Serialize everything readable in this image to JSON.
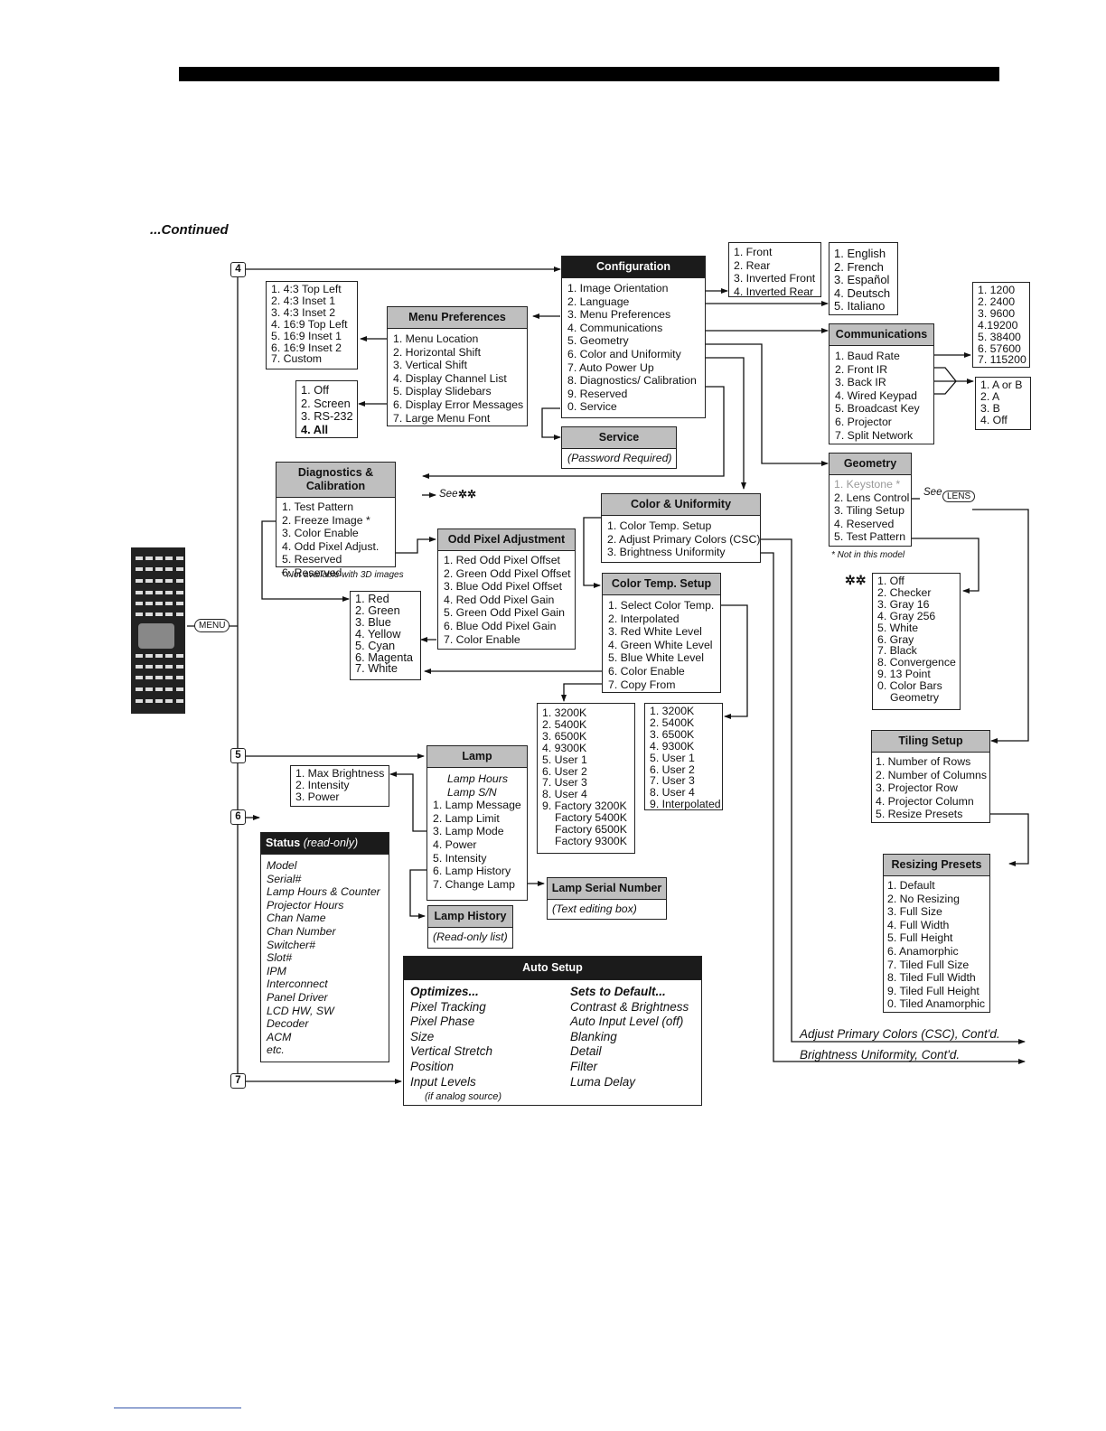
{
  "page": {
    "continued_label": "...Continued",
    "menu_button": "MENU",
    "steps": [
      "4",
      "5",
      "6",
      "7"
    ]
  },
  "configuration": {
    "title": "Configuration",
    "items": [
      "1. Image Orientation",
      "2. Language",
      "3. Menu Preferences",
      "4. Communications",
      "5. Geometry",
      "6. Color and Uniformity",
      "7. Auto Power Up",
      "8. Diagnostics/ Calibration",
      "9. Reserved",
      "0. Service"
    ]
  },
  "orientation": {
    "items": [
      "1. Front",
      "2. Rear",
      "3. Inverted Front",
      "4. Inverted Rear"
    ]
  },
  "language": {
    "items": [
      "1. English",
      "2. French",
      "3. Español",
      "4. Deutsch",
      "5. Italiano"
    ]
  },
  "baud_rates": {
    "items": [
      "1. 1200",
      "2. 2400",
      "3. 9600",
      "4.19200",
      "5. 38400",
      "6. 57600",
      "7. 115200"
    ]
  },
  "communications": {
    "title": "Communications",
    "items": [
      "1. Baud Rate",
      "2. Front IR",
      "3. Back IR",
      "4. Wired Keypad",
      "5. Broadcast Key",
      "6. Projector",
      "7. Split Network"
    ]
  },
  "ir_options": {
    "items": [
      "1. A or B",
      "2. A",
      "3. B",
      "4. Off"
    ]
  },
  "menu_location": {
    "items": [
      "1. 4:3 Top Left",
      "2. 4:3 Inset 1",
      "3. 4:3 Inset 2",
      "4. 16:9 Top Left",
      "5. 16:9 Inset 1",
      "6. 16:9 Inset 2",
      "7. Custom"
    ]
  },
  "menu_preferences": {
    "title": "Menu Preferences",
    "items": [
      "1. Menu Location",
      "2. Horizontal Shift",
      "3. Vertical Shift",
      "4. Display Channel List",
      "5. Display Slidebars",
      "6. Display Error Messages",
      "7. Large Menu Font"
    ]
  },
  "error_messages": {
    "items": [
      "1. Off",
      "2. Screen",
      "3. RS-232",
      "4. All"
    ]
  },
  "service": {
    "title": "Service",
    "note": "(Password Required)"
  },
  "diagnostics": {
    "title": "Diagnostics & Calibration",
    "items": [
      "1. Test Pattern",
      "2. Freeze Image *",
      "3. Color Enable",
      "4. Odd Pixel Adjust.",
      "5. Reserved",
      "6. Reserved"
    ],
    "see_label": "See",
    "see_mark": "✲✲",
    "footnote": "* Not available with 3D images"
  },
  "geometry": {
    "title": "Geometry",
    "items": [
      "1. Keystone *",
      "2. Lens Control",
      "3. Tiling Setup",
      "4. Reserved",
      "5. Test Pattern"
    ],
    "see_label": "See",
    "lens_button": "LENS",
    "footnote": "* Not in this model"
  },
  "color_uniformity": {
    "title": "Color & Uniformity",
    "items": [
      "1. Color Temp. Setup",
      "2. Adjust Primary Colors (CSC)",
      "3. Brightness Uniformity"
    ]
  },
  "odd_pixel": {
    "title": "Odd Pixel Adjustment",
    "items": [
      "1. Red Odd Pixel Offset",
      "2. Green Odd Pixel Offset",
      "3. Blue Odd Pixel Offset",
      "4. Red Odd Pixel Gain",
      "5. Green Odd Pixel Gain",
      "6. Blue Odd Pixel Gain",
      "7. Color Enable"
    ]
  },
  "colors": {
    "items": [
      "1. Red",
      "2. Green",
      "3. Blue",
      "4. Yellow",
      "5. Cyan",
      "6. Magenta",
      "7. White"
    ]
  },
  "color_temp_setup": {
    "title": "Color Temp. Setup",
    "items": [
      "1. Select Color Temp.",
      "2. Interpolated",
      "3. Red White Level",
      "4. Green White Level",
      "5. Blue White Level",
      "6. Color Enable",
      "7. Copy From"
    ]
  },
  "test_patterns": {
    "mark": "✲✲",
    "items": [
      "1. Off",
      "2. Checker",
      "3. Gray 16",
      "4. Gray 256",
      "5. White",
      "6. Gray",
      "7. Black",
      "8. Convergence",
      "9. 13 Point",
      "0. Color Bars",
      "Geometry"
    ]
  },
  "copy_from": {
    "items": [
      "1. 3200K",
      "2. 5400K",
      "3. 6500K",
      "4. 9300K",
      "5. User 1",
      "6. User 2",
      "7. User 3",
      "8. User 4",
      "9. Factory 3200K",
      "Factory 5400K",
      "Factory 6500K",
      "Factory 9300K"
    ]
  },
  "select_temp": {
    "items": [
      "1. 3200K",
      "2. 5400K",
      "3. 6500K",
      "4. 9300K",
      "5. User 1",
      "6. User 2",
      "7. User 3",
      "8. User 4",
      "9. Interpolated"
    ]
  },
  "tiling_setup": {
    "title": "Tiling Setup",
    "items": [
      "1. Number of Rows",
      "2. Number of Columns",
      "3. Projector Row",
      "4. Projector Column",
      "5. Resize Presets"
    ]
  },
  "resizing_presets": {
    "title": "Resizing Presets",
    "items": [
      "1. Default",
      "2. No Resizing",
      "3. Full Size",
      "4. Full Width",
      "5. Full Height",
      "6. Anamorphic",
      "7. Tiled Full Size",
      "8. Tiled Full Width",
      "9. Tiled Full Height",
      "0. Tiled Anamorphic"
    ]
  },
  "lamp": {
    "title": "Lamp",
    "info": [
      "Lamp Hours",
      "Lamp S/N"
    ],
    "items": [
      "1. Lamp Message",
      "2. Lamp Limit",
      "3. Lamp Mode",
      "4. Power",
      "5. Intensity",
      "6. Lamp History",
      "7. Change Lamp"
    ]
  },
  "lamp_mode": {
    "items": [
      "1. Max Brightness",
      "2. Intensity",
      "3. Power"
    ]
  },
  "lamp_serial": {
    "title": "Lamp Serial Number",
    "note": "(Text editing box)"
  },
  "lamp_history": {
    "title": "Lamp History",
    "note": "(Read-only list)"
  },
  "status": {
    "title": "Status",
    "title_note": "(read-only)",
    "items": [
      "Model",
      "Serial#",
      "Lamp Hours & Counter",
      "Projector Hours",
      "Chan Name",
      "Chan Number",
      "Switcher#",
      "Slot#",
      "IPM",
      "Interconnect",
      "Panel Driver",
      "LCD HW, SW",
      "Decoder",
      "ACM",
      "etc."
    ]
  },
  "auto_setup": {
    "title": "Auto Setup",
    "optimizes_title": "Optimizes...",
    "optimizes": [
      "Pixel Tracking",
      "Pixel Phase",
      "Size",
      "Vertical Stretch",
      "Position",
      "Input Levels"
    ],
    "optimizes_note": "(if analog source)",
    "defaults_title": "Sets to Default...",
    "defaults": [
      "Contrast & Brightness",
      "Auto Input Level (off)",
      "Blanking",
      "Detail",
      "Filter",
      "Luma Delay"
    ]
  },
  "continuations": {
    "csc": "Adjust Primary Colors (CSC), Cont'd.",
    "brightness": "Brightness Uniformity, Cont'd."
  }
}
